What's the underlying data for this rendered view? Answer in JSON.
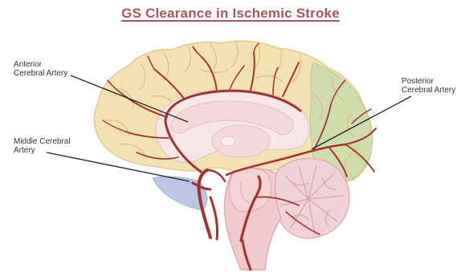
{
  "title": "GS Clearance in Ischemic Stroke",
  "labels": {
    "anterior": [
      "Anterior",
      "Cerebral Artery"
    ],
    "middle": [
      "Middle Cerebral",
      "Artery"
    ],
    "posterior": [
      "Posterior",
      "Cerebral Artery"
    ]
  },
  "colors": {
    "title": "#a8555b",
    "cortex": "#f5e2b3",
    "sulcus": "#e9cf96",
    "occipital": "#cfdcac",
    "temporal": "#bcc6e4",
    "cerebellum": "#f1d2d6",
    "brainstem": "#f2c9cc",
    "artery": "#a3322c"
  }
}
